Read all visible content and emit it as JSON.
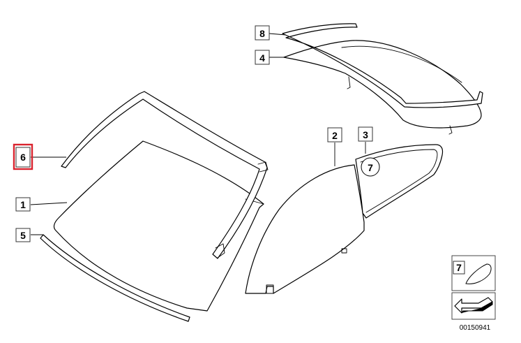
{
  "callouts": {
    "c1": "1",
    "c2": "2",
    "c3": "3",
    "c4": "4",
    "c5": "5",
    "c6": "6",
    "c7_circle": "7",
    "c7_legend": "7",
    "c8": "8"
  },
  "highlighted_callout": "6",
  "highlight_color": "#d9232e",
  "diagram_reference": "00150941"
}
